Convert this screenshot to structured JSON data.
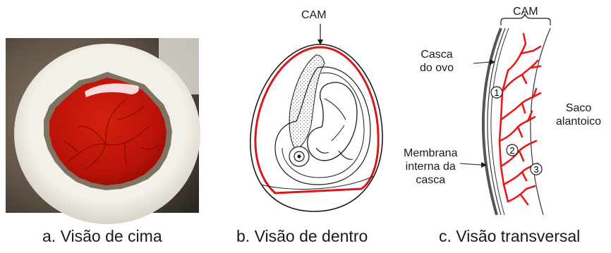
{
  "panels": [
    {
      "caption": "a. Visão de cima"
    },
    {
      "caption": "b. Visão de dentro",
      "label": "CAM"
    },
    {
      "caption": "c. Visão transversal",
      "labels": {
        "cam": "CAM",
        "shell_line1": "Casca",
        "shell_line2": "do ovo",
        "membrane_line1": "Membrana",
        "membrane_line2": "interna da",
        "membrane_line3": "casca",
        "sac_line1": "Saco",
        "sac_line2": "alantoico"
      },
      "markers": [
        "1",
        "2",
        "3"
      ]
    }
  ],
  "colors": {
    "membrane_red": "#d81818",
    "vessel_red": "#e8191a",
    "photo_red": "#b81208"
  }
}
